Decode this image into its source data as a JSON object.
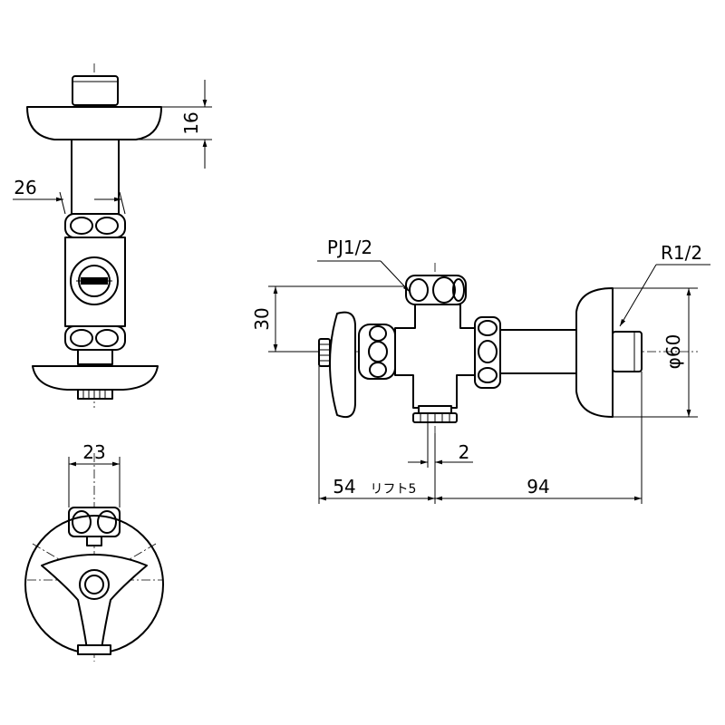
{
  "dimensions": {
    "d16": "16",
    "d26": "26",
    "d23": "23",
    "d30": "30",
    "d2": "2",
    "d54": "54",
    "lift": "リフト5",
    "d94": "94",
    "d60": "φ60"
  },
  "callouts": {
    "inlet_thread": "PJ1/2",
    "outlet_thread": "R1/2"
  }
}
